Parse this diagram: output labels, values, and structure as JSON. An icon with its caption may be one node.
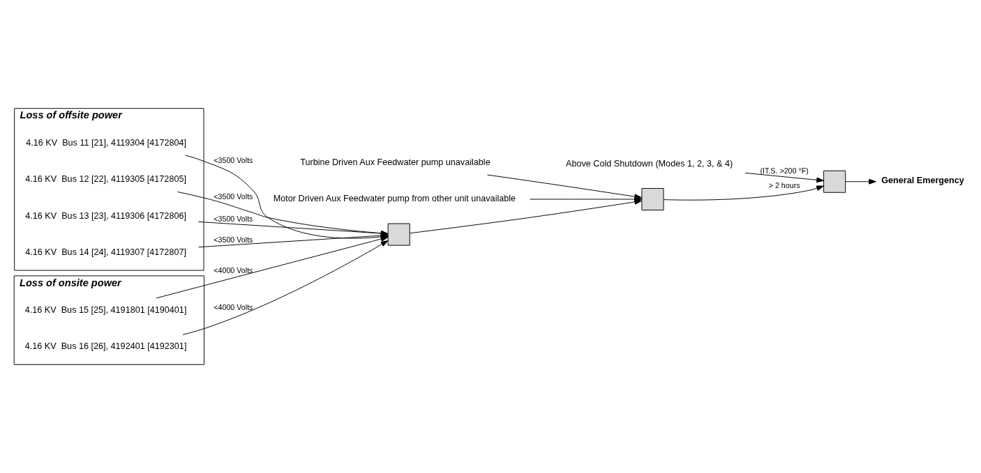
{
  "diagram": {
    "nodes": [
      {
        "text": [
          "Above Cold Shutdown (Modes 1, 2, 3, & 4)"
        ]
      },
      {
        "text": [
          "Turbine Driven Aux Feedwater pump unavailable"
        ]
      },
      {
        "text": [
          "Motor Driven Aux Feedwater pump from other unit unavailable"
        ]
      },
      {
        "text": [
          "Loss of offsite power"
        ]
      },
      {
        "text": [
          "4.16 KV  Bus 11 [21], 4119304 [4172804]"
        ],
        "in": 3
      },
      {
        "text": [
          "4.16 KV  Bus 12 [22], 4119305 [4172805]"
        ],
        "in": 3
      },
      {
        "text": [
          "4.16 KV  Bus 13 [23], 4119306 [4172806]"
        ],
        "in": 3
      },
      {
        "text": [
          "4.16 KV  Bus 14 [24], 4119307 [4172807]"
        ],
        "in": 3
      },
      {
        "text": [
          "Loss of onsite power"
        ]
      },
      {
        "text": [
          "4.16 KV  Bus 15 [25], 4191801 [4190401]"
        ],
        "in": 8
      },
      {
        "text": [
          "4.16 KV  Bus 16 [26], 4192401 [4192301]"
        ],
        "in": 8
      },
      {
        "text": [],
        "shape": "box"
      },
      {
        "text": [],
        "shape": "box"
      },
      {
        "text": [],
        "shape": "box"
      },
      {
        "text": [
          "General Emergency"
        ]
      }
    ],
    "edges": [
      {
        "from": 0,
        "to": 13,
        "arrow": "to",
        "label": "(IT.S. >200 °F)"
      },
      {
        "from": 1,
        "to": 12,
        "arrow": "to"
      },
      {
        "from": 2,
        "to": 12,
        "arrow": "to"
      },
      {
        "from": 4,
        "to": 11,
        "arrow": "to",
        "label": "<3500 Volts"
      },
      {
        "from": 5,
        "to": 11,
        "arrow": "to",
        "label": "<3500 Volts"
      },
      {
        "from": 6,
        "to": 11,
        "arrow": "to",
        "label": "<3500 Volts"
      },
      {
        "from": 7,
        "to": 11,
        "arrow": "to",
        "label": "<3500 Volts"
      },
      {
        "from": 9,
        "to": 11,
        "arrow": "to",
        "label": "<4000 Volts"
      },
      {
        "from": 10,
        "to": 11,
        "arrow": "to",
        "label": "<4000 Volts"
      },
      {
        "from": 11,
        "to": 12,
        "arrow": "to"
      },
      {
        "from": 12,
        "to": 13,
        "arrow": "to",
        "label": "> 2 hours"
      },
      {
        "from": 13,
        "to": 14,
        "arrow": "to"
      }
    ]
  }
}
